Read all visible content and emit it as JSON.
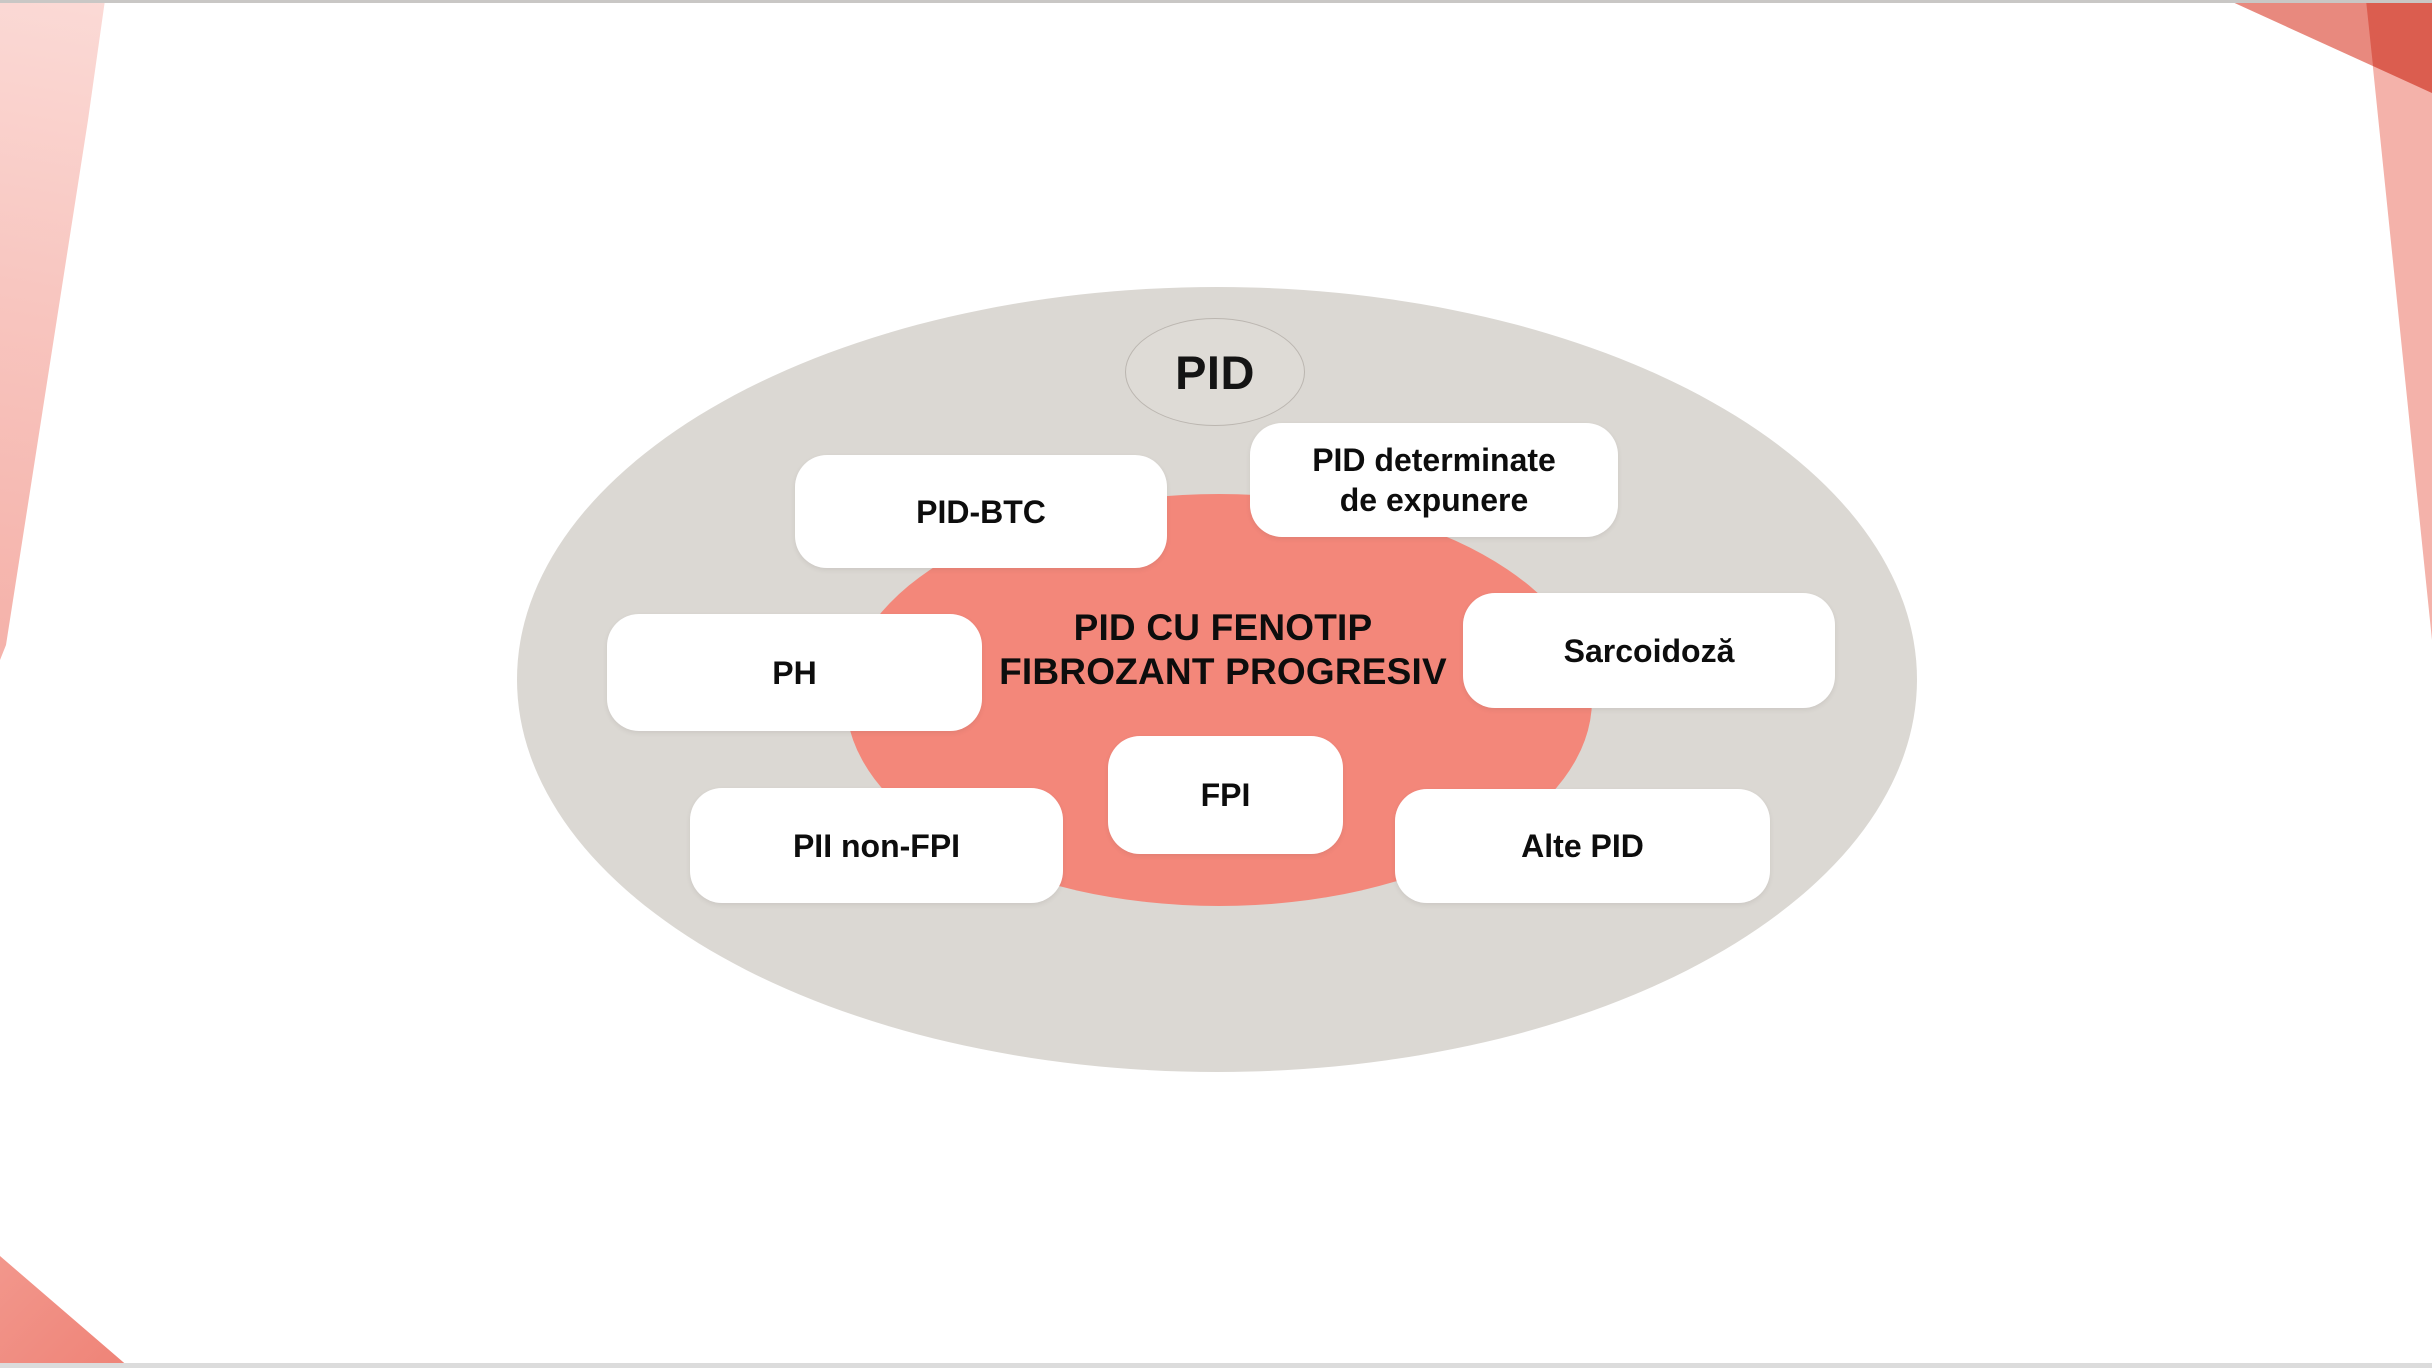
{
  "diagram": {
    "outer_label": "PID",
    "center_label_line1": "PID CU FENOTIP",
    "center_label_line2": "FIBROZANT PROGRESIV",
    "boxes": [
      {
        "id": "pid-btc",
        "label": "PID-BTC"
      },
      {
        "id": "pid-determinate-de-expunere",
        "label": "PID determinate\nde expunere"
      },
      {
        "id": "ph",
        "label": "PH"
      },
      {
        "id": "sarcoidoza",
        "label": "Sarcoidoză"
      },
      {
        "id": "fpi",
        "label": "FPI"
      },
      {
        "id": "pii-non-fpi",
        "label": "PII non-FPI"
      },
      {
        "id": "alte-pid",
        "label": "Alte PID"
      }
    ]
  },
  "colors": {
    "outer_ellipse_gray": "#dbd8d3",
    "inner_ellipse_salmon": "#f3877a",
    "node_background": "#ffffff",
    "text": "#0d0d0d",
    "corner_pink_light": "#f5b3ab",
    "corner_salmon": "#e8897e",
    "corner_dark_red": "#db5d4f",
    "corner_bottom_left": "#ef8579"
  }
}
